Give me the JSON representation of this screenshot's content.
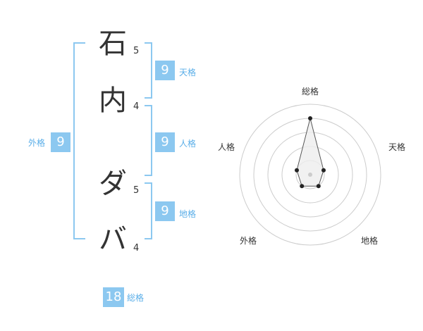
{
  "name": {
    "characters": [
      {
        "char": "石",
        "strokes": "5"
      },
      {
        "char": "内",
        "strokes": "4"
      },
      {
        "char": "ダ",
        "strokes": "5"
      },
      {
        "char": "バ",
        "strokes": "4"
      }
    ]
  },
  "fortunes": {
    "tenkaku": {
      "label": "天格",
      "value": "9"
    },
    "jinkaku": {
      "label": "人格",
      "value": "9"
    },
    "chikaku": {
      "label": "地格",
      "value": "9"
    },
    "gaikaku": {
      "label": "外格",
      "value": "9"
    },
    "soukaku": {
      "label": "総格",
      "value": "18"
    }
  },
  "radar": {
    "axes": [
      "総格",
      "天格",
      "地格",
      "外格",
      "人格"
    ],
    "levels": 5,
    "values": [
      4,
      1,
      1,
      1,
      1
    ],
    "colors": {
      "fill": "#eeeeee",
      "stroke": "#555555",
      "ring": "#cccccc",
      "point": "#222222",
      "center": "#cccccc"
    }
  }
}
